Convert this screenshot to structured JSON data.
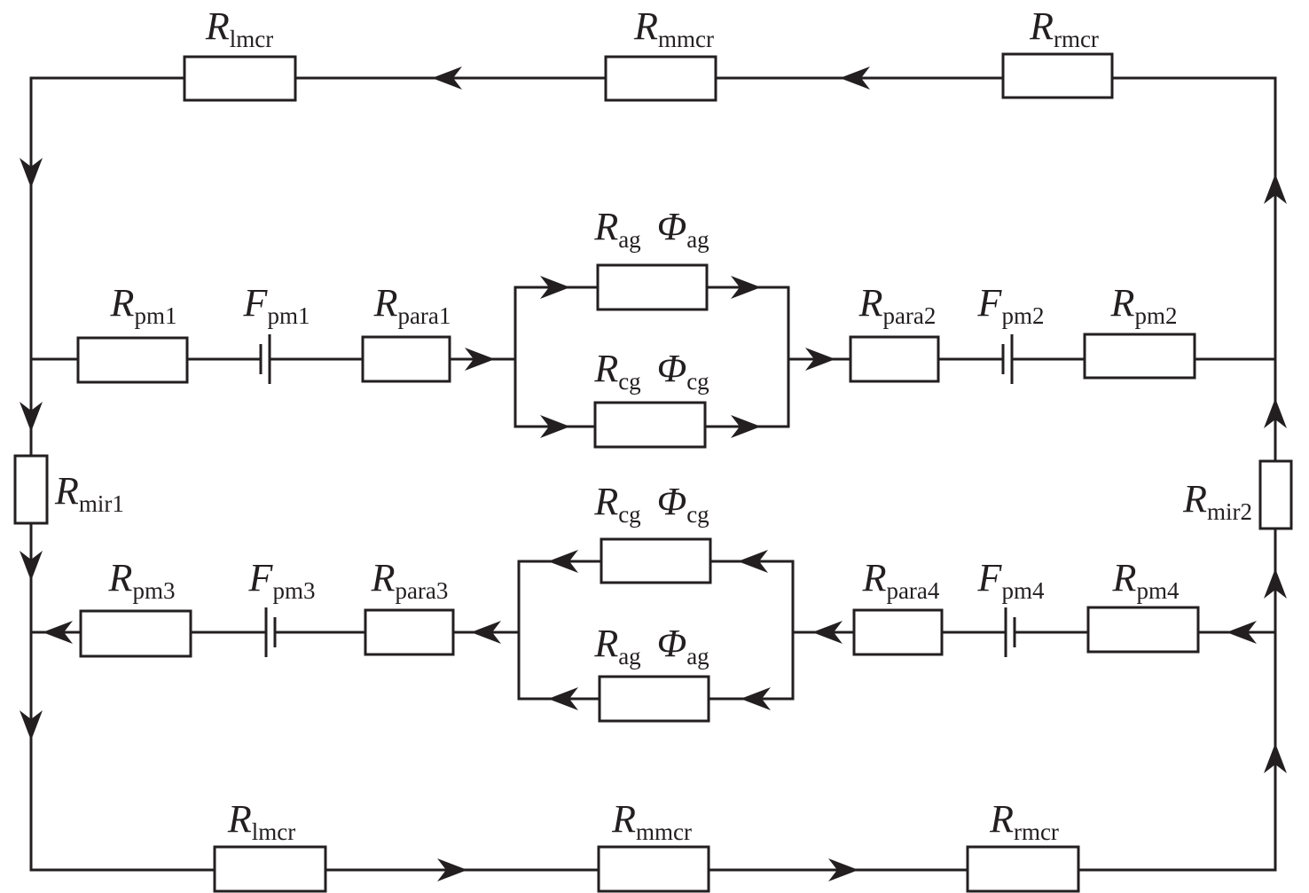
{
  "diagram": {
    "title": "Equivalent magnetic circuit",
    "colors": {
      "line": "#231f20",
      "background": "#ffffff"
    },
    "components": {
      "top_lmcr": {
        "type": "resistor",
        "symbol": "R",
        "sub": "lmcr"
      },
      "top_mmcr": {
        "type": "resistor",
        "symbol": "R",
        "sub": "mmcr"
      },
      "top_rmcr": {
        "type": "resistor",
        "symbol": "R",
        "sub": "rmcr"
      },
      "pm1": {
        "type": "resistor",
        "symbol": "R",
        "sub": "pm1"
      },
      "fpm1": {
        "type": "mmf-source",
        "symbol": "F",
        "sub": "pm1"
      },
      "para1": {
        "type": "resistor",
        "symbol": "R",
        "sub": "para1"
      },
      "ag_upper": {
        "type": "resistor",
        "symbol": "R",
        "sub": "ag",
        "flux_symbol": "Φ",
        "flux_sub": "ag"
      },
      "cg_upper": {
        "type": "resistor",
        "symbol": "R",
        "sub": "cg",
        "flux_symbol": "Φ",
        "flux_sub": "cg"
      },
      "para2": {
        "type": "resistor",
        "symbol": "R",
        "sub": "para2"
      },
      "fpm2": {
        "type": "mmf-source",
        "symbol": "F",
        "sub": "pm2"
      },
      "pm2": {
        "type": "resistor",
        "symbol": "R",
        "sub": "pm2"
      },
      "mir1": {
        "type": "resistor",
        "symbol": "R",
        "sub": "mir1"
      },
      "mir2": {
        "type": "resistor",
        "symbol": "R",
        "sub": "mir2"
      },
      "pm3": {
        "type": "resistor",
        "symbol": "R",
        "sub": "pm3"
      },
      "fpm3": {
        "type": "mmf-source",
        "symbol": "F",
        "sub": "pm3"
      },
      "para3": {
        "type": "resistor",
        "symbol": "R",
        "sub": "para3"
      },
      "cg_lower": {
        "type": "resistor",
        "symbol": "R",
        "sub": "cg",
        "flux_symbol": "Φ",
        "flux_sub": "cg"
      },
      "ag_lower": {
        "type": "resistor",
        "symbol": "R",
        "sub": "ag",
        "flux_symbol": "Φ",
        "flux_sub": "ag"
      },
      "para4": {
        "type": "resistor",
        "symbol": "R",
        "sub": "para4"
      },
      "fpm4": {
        "type": "mmf-source",
        "symbol": "F",
        "sub": "pm4"
      },
      "pm4": {
        "type": "resistor",
        "symbol": "R",
        "sub": "pm4"
      },
      "bot_lmcr": {
        "type": "resistor",
        "symbol": "R",
        "sub": "lmcr"
      },
      "bot_mmcr": {
        "type": "resistor",
        "symbol": "R",
        "sub": "mmcr"
      },
      "bot_rmcr": {
        "type": "resistor",
        "symbol": "R",
        "sub": "rmcr"
      }
    },
    "flux_direction": {
      "top_branch": "right-to-left",
      "upper_middle_branch": "left-to-right",
      "lower_middle_branch": "right-to-left",
      "bottom_branch": "left-to-right",
      "left_rail": "downward",
      "right_rail": "upward"
    }
  }
}
